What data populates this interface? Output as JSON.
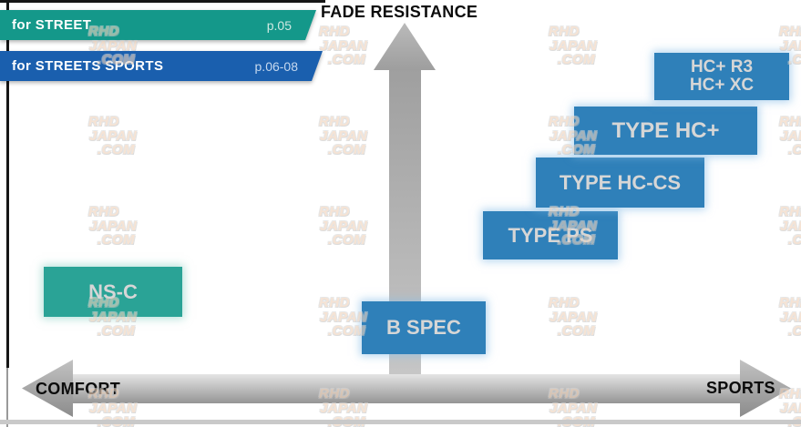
{
  "banners": [
    {
      "label": "for STREET",
      "page_ref": "p.05",
      "color": "#14988a"
    },
    {
      "label": "for STREETS SPORTS",
      "page_ref": "p.06-08",
      "color": "#1a5fae"
    }
  ],
  "axes": {
    "vertical_label": "FADE RESISTANCE",
    "horizontal_left_label": "COMFORT",
    "horizontal_right_label": "SPORTS"
  },
  "products": [
    {
      "lines": [
        "NS-C"
      ],
      "series": "for STREET",
      "color": "#2aa396"
    },
    {
      "lines": [
        "B SPEC"
      ],
      "series": "for STREETS SPORTS",
      "color": "#2f80b9"
    },
    {
      "lines": [
        "TYPE PS"
      ],
      "series": "for STREETS SPORTS",
      "color": "#2f80b9"
    },
    {
      "lines": [
        "TYPE HC-CS"
      ],
      "series": "for STREETS SPORTS",
      "color": "#2f80b9"
    },
    {
      "lines": [
        "TYPE HC+"
      ],
      "series": "for STREETS SPORTS",
      "color": "#2f80b9"
    },
    {
      "lines": [
        "HC+ R3",
        "HC+ XC"
      ],
      "series": "for STREETS SPORTS",
      "color": "#2f80b9"
    }
  ],
  "watermark": {
    "lines": [
      "RHD",
      "JAPAN",
      ".COM"
    ]
  },
  "chart_data": {
    "type": "scatter",
    "title": "FADE RESISTANCE",
    "xlabel": "COMFORT (left) to SPORTS (right)",
    "ylabel": "FADE RESISTANCE",
    "xlim": [
      0,
      1
    ],
    "ylim": [
      0,
      1
    ],
    "grid": false,
    "legend_position": "top-left",
    "series": [
      {
        "name": "for STREET",
        "page_ref": "p.05",
        "color": "#14988a",
        "points": [
          {
            "label": "NS-C",
            "x": 0.12,
            "y": 0.27
          }
        ]
      },
      {
        "name": "for STREETS SPORTS",
        "page_ref": "p.06-08",
        "color": "#2f80b9",
        "points": [
          {
            "label": "B SPEC",
            "x": 0.52,
            "y": 0.17
          },
          {
            "label": "TYPE PS",
            "x": 0.7,
            "y": 0.42
          },
          {
            "label": "TYPE HC-CS",
            "x": 0.78,
            "y": 0.57
          },
          {
            "label": "TYPE HC+",
            "x": 0.84,
            "y": 0.71
          },
          {
            "label": "HC+ R3 / HC+ XC",
            "x": 0.91,
            "y": 0.86
          }
        ]
      }
    ]
  }
}
